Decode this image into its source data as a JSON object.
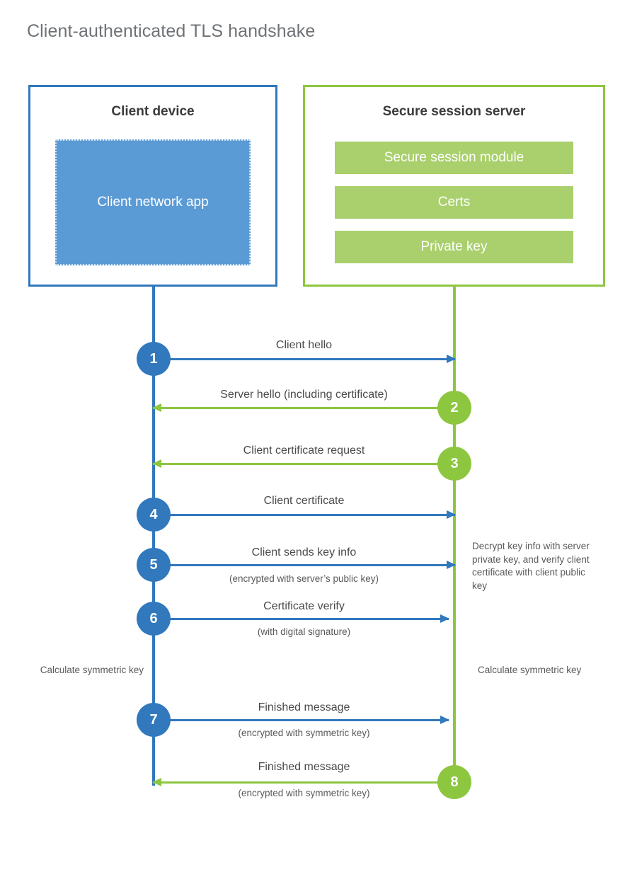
{
  "title": "Client-authenticated TLS handshake",
  "client": {
    "title": "Client device",
    "app_label": "Client network app"
  },
  "server": {
    "title": "Secure session server",
    "components": [
      "Secure session module",
      "Certs",
      "Private key"
    ]
  },
  "steps": [
    {
      "number": "1",
      "label": "Client hello",
      "sub": "",
      "direction": "client-to-server",
      "color": "#3178bd"
    },
    {
      "number": "2",
      "label": "Server hello (including certificate)",
      "sub": "",
      "direction": "server-to-client",
      "color": "#8dc63f"
    },
    {
      "number": "3",
      "label": "Client certificate request",
      "sub": "",
      "direction": "server-to-client",
      "color": "#8dc63f"
    },
    {
      "number": "4",
      "label": "Client certificate",
      "sub": "",
      "direction": "client-to-server",
      "color": "#3178bd"
    },
    {
      "number": "5",
      "label": "Client sends key info",
      "sub": "(encrypted with server’s public key)",
      "direction": "client-to-server",
      "color": "#3178bd"
    },
    {
      "number": "6",
      "label": "Certificate verify",
      "sub": "(with digital signature)",
      "direction": "client-to-server",
      "color": "#3178bd"
    },
    {
      "number": "7",
      "label": "Finished message",
      "sub": "(encrypted with symmetric key)",
      "direction": "client-to-server",
      "color": "#3178bd"
    },
    {
      "number": "8",
      "label": "Finished message",
      "sub": "(encrypted with symmetric key)",
      "direction": "server-to-client",
      "color": "#8dc63f"
    }
  ],
  "notes": {
    "server_decrypt": "Decrypt key info with server private key, and verify client certificate with client public key",
    "client_calculate": "Calculate symmetric key",
    "server_calculate": "Calculate symmetric key"
  },
  "colors": {
    "client_blue": "#3178bd",
    "client_app_fill": "#5b9bd5",
    "server_green": "#8dc63f",
    "server_bar_fill": "#a9d06d",
    "title_gray": "#6e7276",
    "text_gray": "#4a4a4a"
  }
}
